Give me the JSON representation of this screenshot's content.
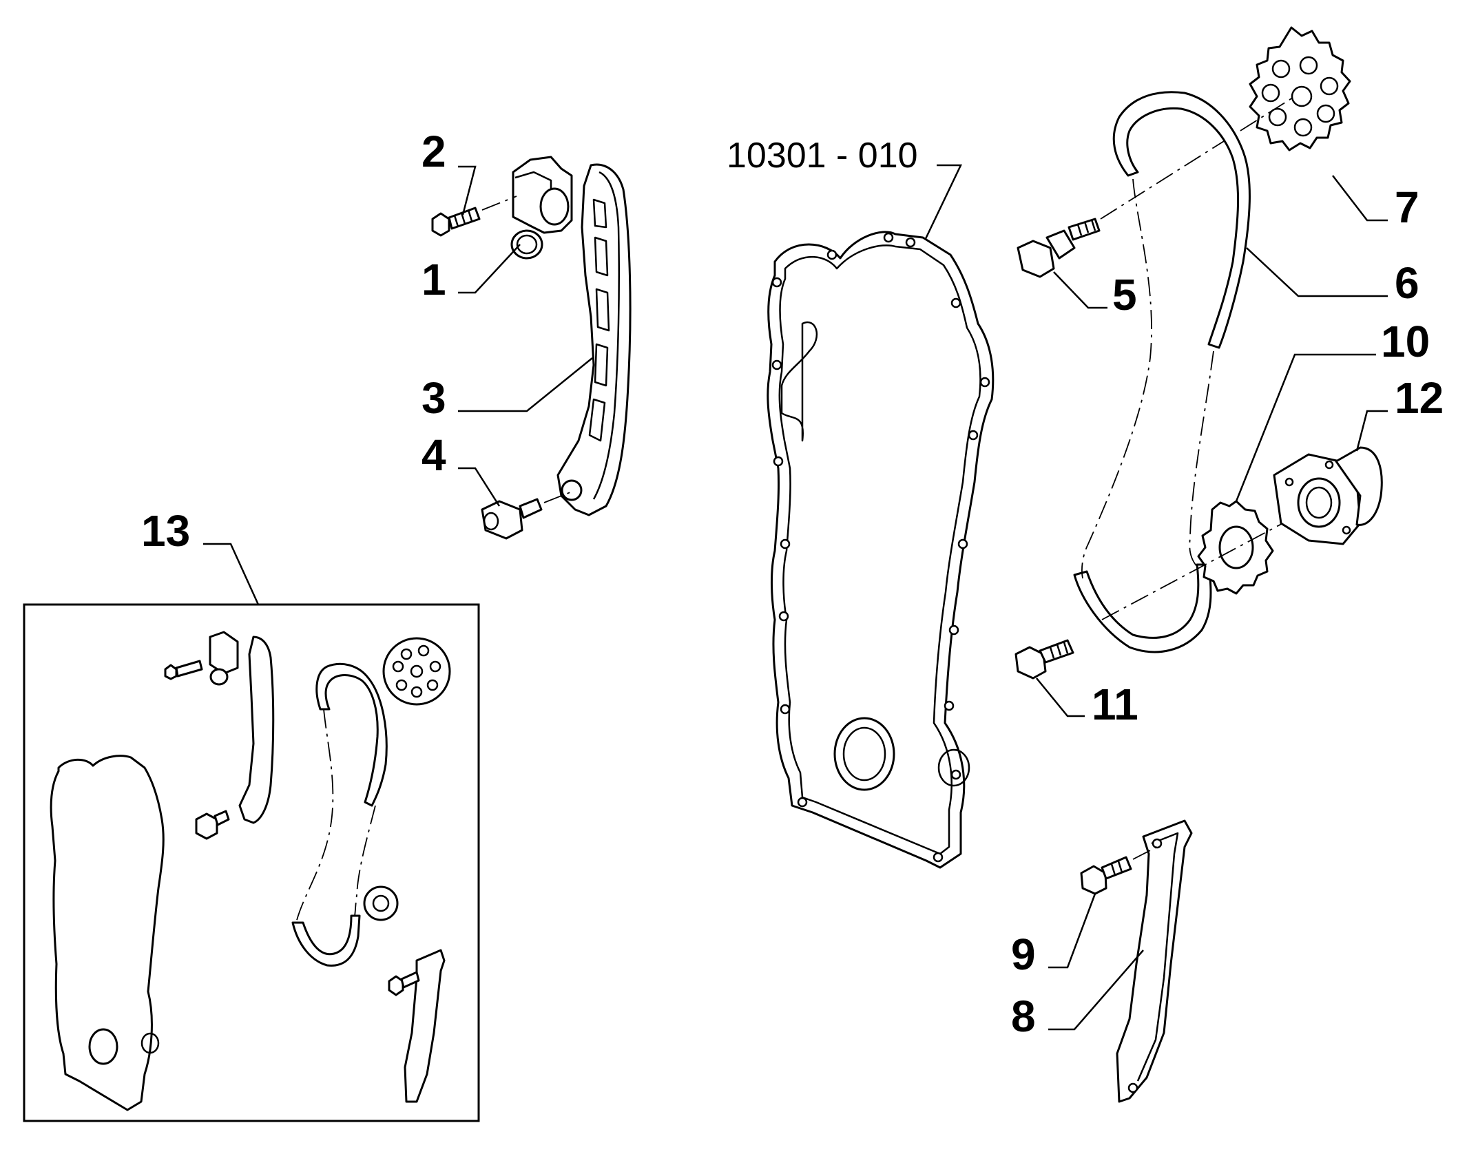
{
  "reference_code": "10301 - 010",
  "callouts": [
    {
      "id": "1",
      "label": "1"
    },
    {
      "id": "2",
      "label": "2"
    },
    {
      "id": "3",
      "label": "3"
    },
    {
      "id": "4",
      "label": "4"
    },
    {
      "id": "5",
      "label": "5"
    },
    {
      "id": "6",
      "label": "6"
    },
    {
      "id": "7",
      "label": "7"
    },
    {
      "id": "8",
      "label": "8"
    },
    {
      "id": "9",
      "label": "9"
    },
    {
      "id": "10",
      "label": "10"
    },
    {
      "id": "11",
      "label": "11"
    },
    {
      "id": "12",
      "label": "12"
    },
    {
      "id": "13",
      "label": "13"
    }
  ]
}
